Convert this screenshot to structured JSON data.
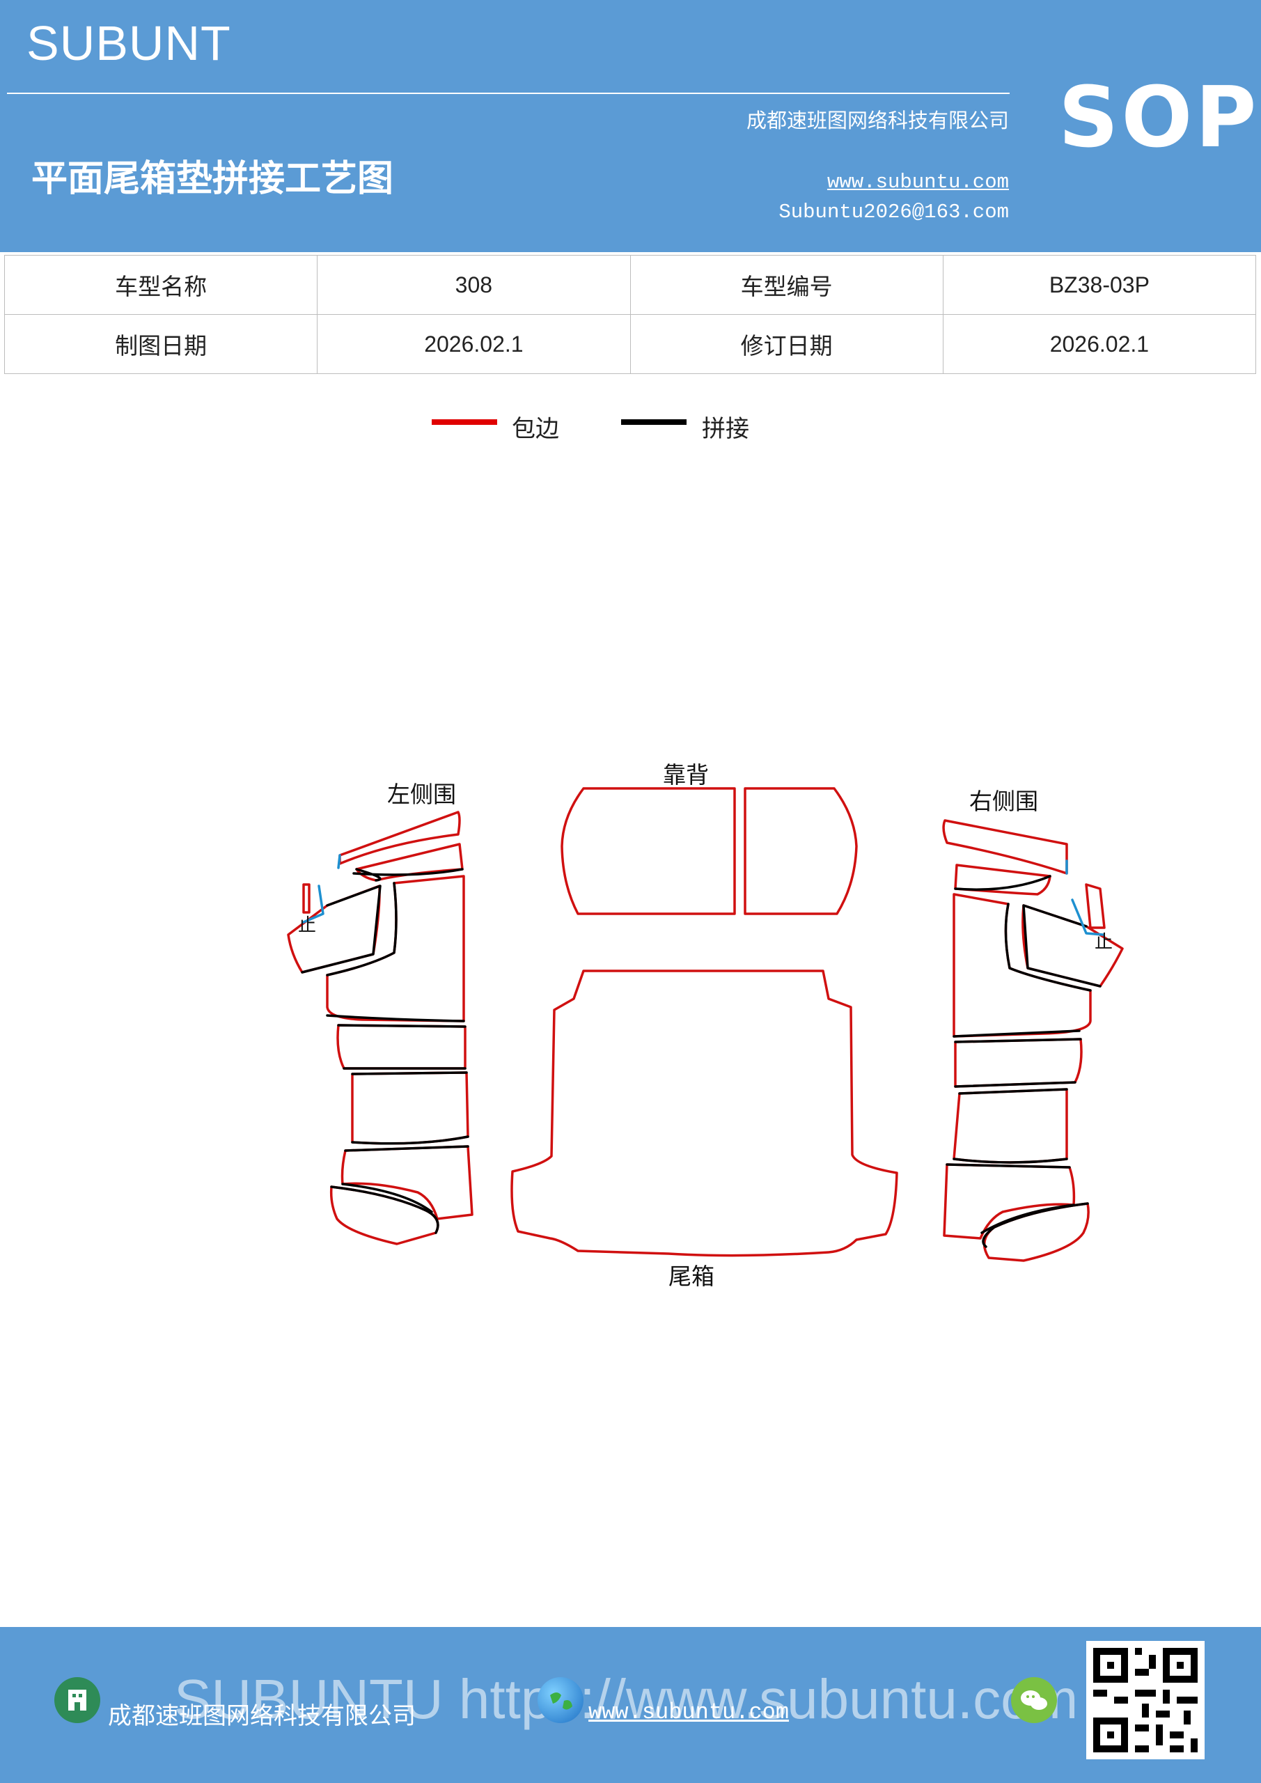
{
  "header": {
    "brand": "SUBUNT",
    "doc_type": "SOP",
    "title": "平面尾箱垫拼接工艺图",
    "company": "成都速班图网络科技有限公司",
    "website": "www.subuntu.com",
    "email": "Subuntu2026@163.com"
  },
  "info_table": {
    "row1": {
      "label1": "车型名称",
      "value1": "308",
      "label2": "车型编号",
      "value2": "BZ38-03P"
    },
    "row2": {
      "label1": "制图日期",
      "value1": "2026.02.1",
      "label2": "修订日期",
      "value2": "2026.02.1"
    }
  },
  "legend": [
    {
      "label": "包边",
      "color": "#e00000"
    },
    {
      "label": "拼接",
      "color": "#000000"
    }
  ],
  "diagram": {
    "labels": {
      "left_side": "左侧围",
      "backrest": "靠背",
      "right_side": "右侧围",
      "trunk": "尾箱",
      "stop_left": "止",
      "stop_right": "止"
    },
    "colors": {
      "edge": "#d01010",
      "seam": "#000000",
      "stop": "#1e90d0"
    }
  },
  "footer": {
    "company": "成都速班图网络科技有限公司",
    "website": "www.subuntu.com",
    "watermark": "SUBUNTU https://www.subuntu.com",
    "icons": [
      "building-icon",
      "globe-icon",
      "wechat-icon",
      "qr-code"
    ]
  }
}
